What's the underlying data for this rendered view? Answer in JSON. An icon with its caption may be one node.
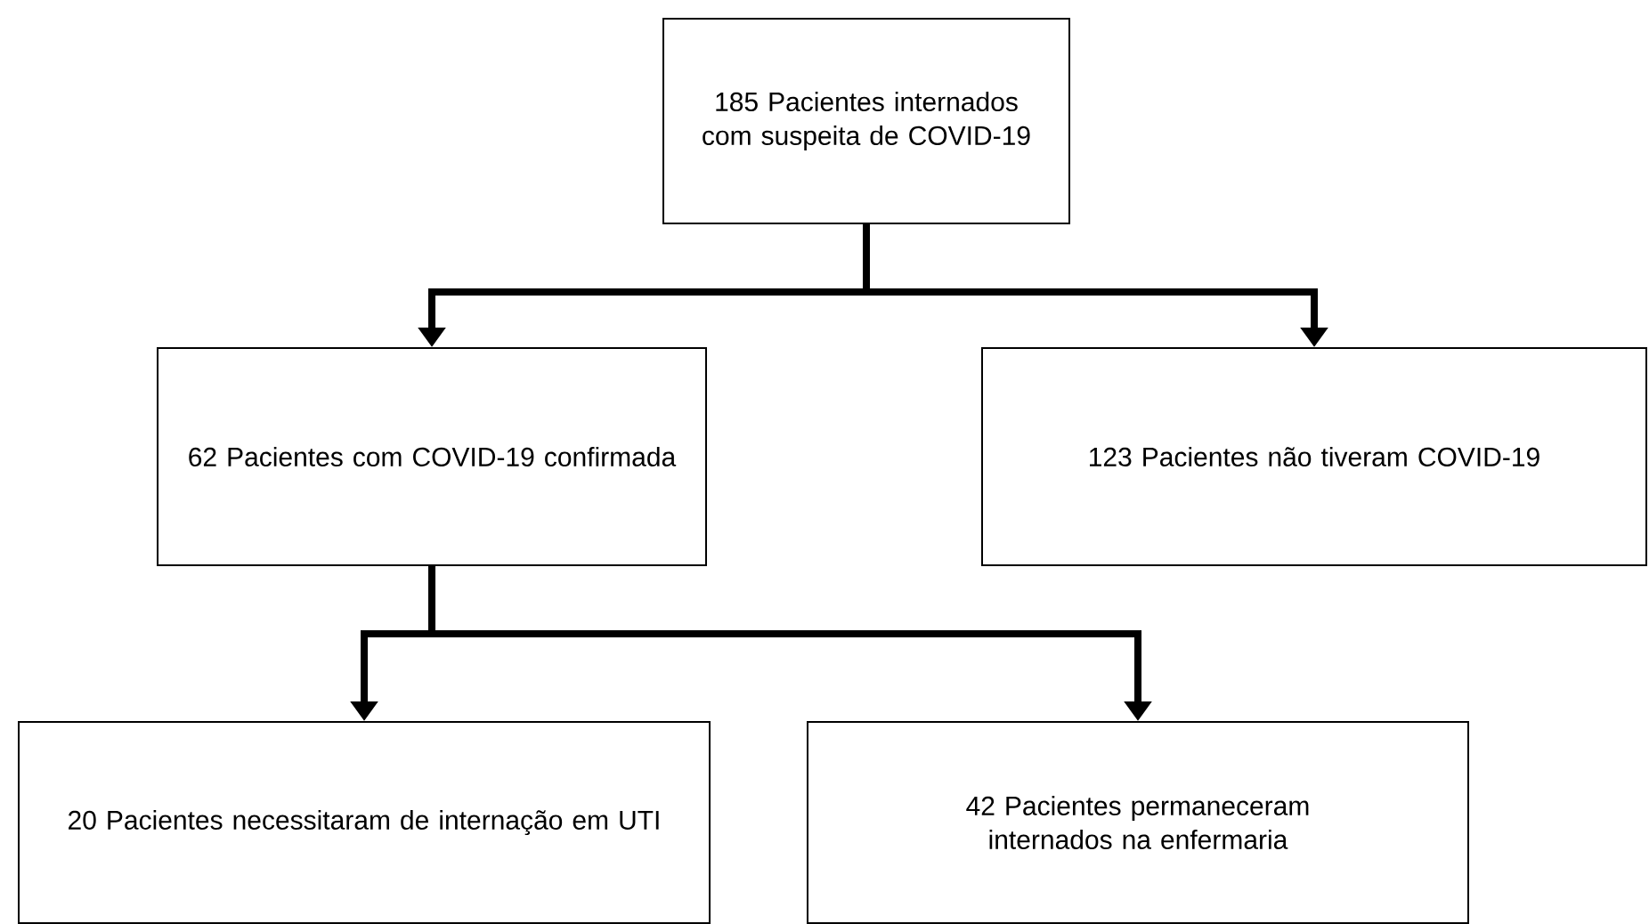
{
  "diagram": {
    "nodes": [
      {
        "text": [
          "185 Pacientes internados com suspeita de COVID-19"
        ]
      },
      {
        "text": [
          "62 Pacientes com COVID-19 confirmada"
        ]
      },
      {
        "text": [
          "123 Pacientes não tiveram COVID-19"
        ]
      },
      {
        "text": [
          "20 Pacientes necessitaram de internação em UTI"
        ]
      },
      {
        "text": [
          "42 Pacientes permaneceram internados na enfermaria"
        ]
      }
    ],
    "edges": [
      {
        "from": 0,
        "to": 1,
        "arrow": "to"
      },
      {
        "from": 0,
        "to": 2,
        "arrow": "to"
      },
      {
        "from": 1,
        "to": 3,
        "arrow": "to"
      },
      {
        "from": 1,
        "to": 4,
        "arrow": "to"
      }
    ]
  }
}
